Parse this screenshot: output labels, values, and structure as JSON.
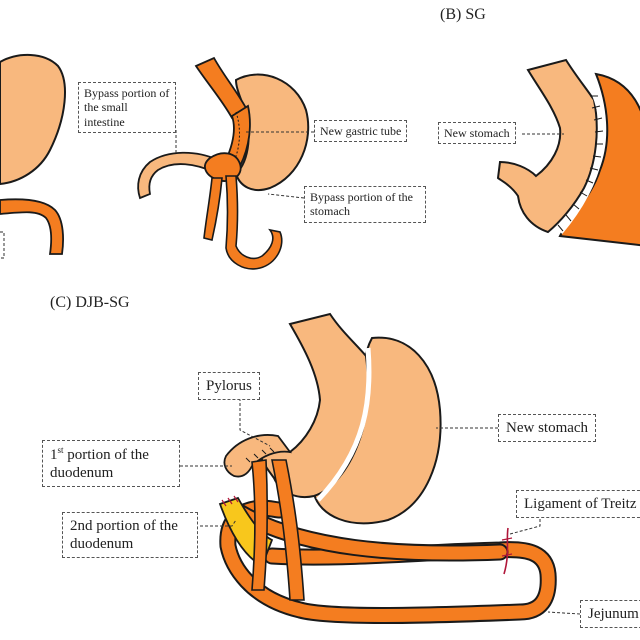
{
  "panels": {
    "b_title": "(B) SG",
    "c_title": "(C) DJB-SG"
  },
  "labels_a": {
    "bypass_small_intestine": "Bypass portion of the small intestine",
    "new_gastric_tube": "New gastric tube",
    "bypass_stomach": "Bypass portion of the stomach"
  },
  "labels_b": {
    "new_stomach": "New stomach"
  },
  "labels_c": {
    "pylorus": "Pylorus",
    "first_portion_sup": "st",
    "first_portion_pre": "1",
    "first_portion_post": " portion of the duodenum",
    "second_portion": "2nd portion of the duodenum",
    "new_stomach": "New stomach",
    "ligament": "Ligament of Treitz",
    "jejunum": "Jejunum"
  },
  "colors": {
    "stomach_light": "#f8b87e",
    "intestine": "#f47d20",
    "duodenum_yellow": "#f8c71c",
    "outline": "#1a1a1a",
    "ligament": "#b0173a"
  }
}
